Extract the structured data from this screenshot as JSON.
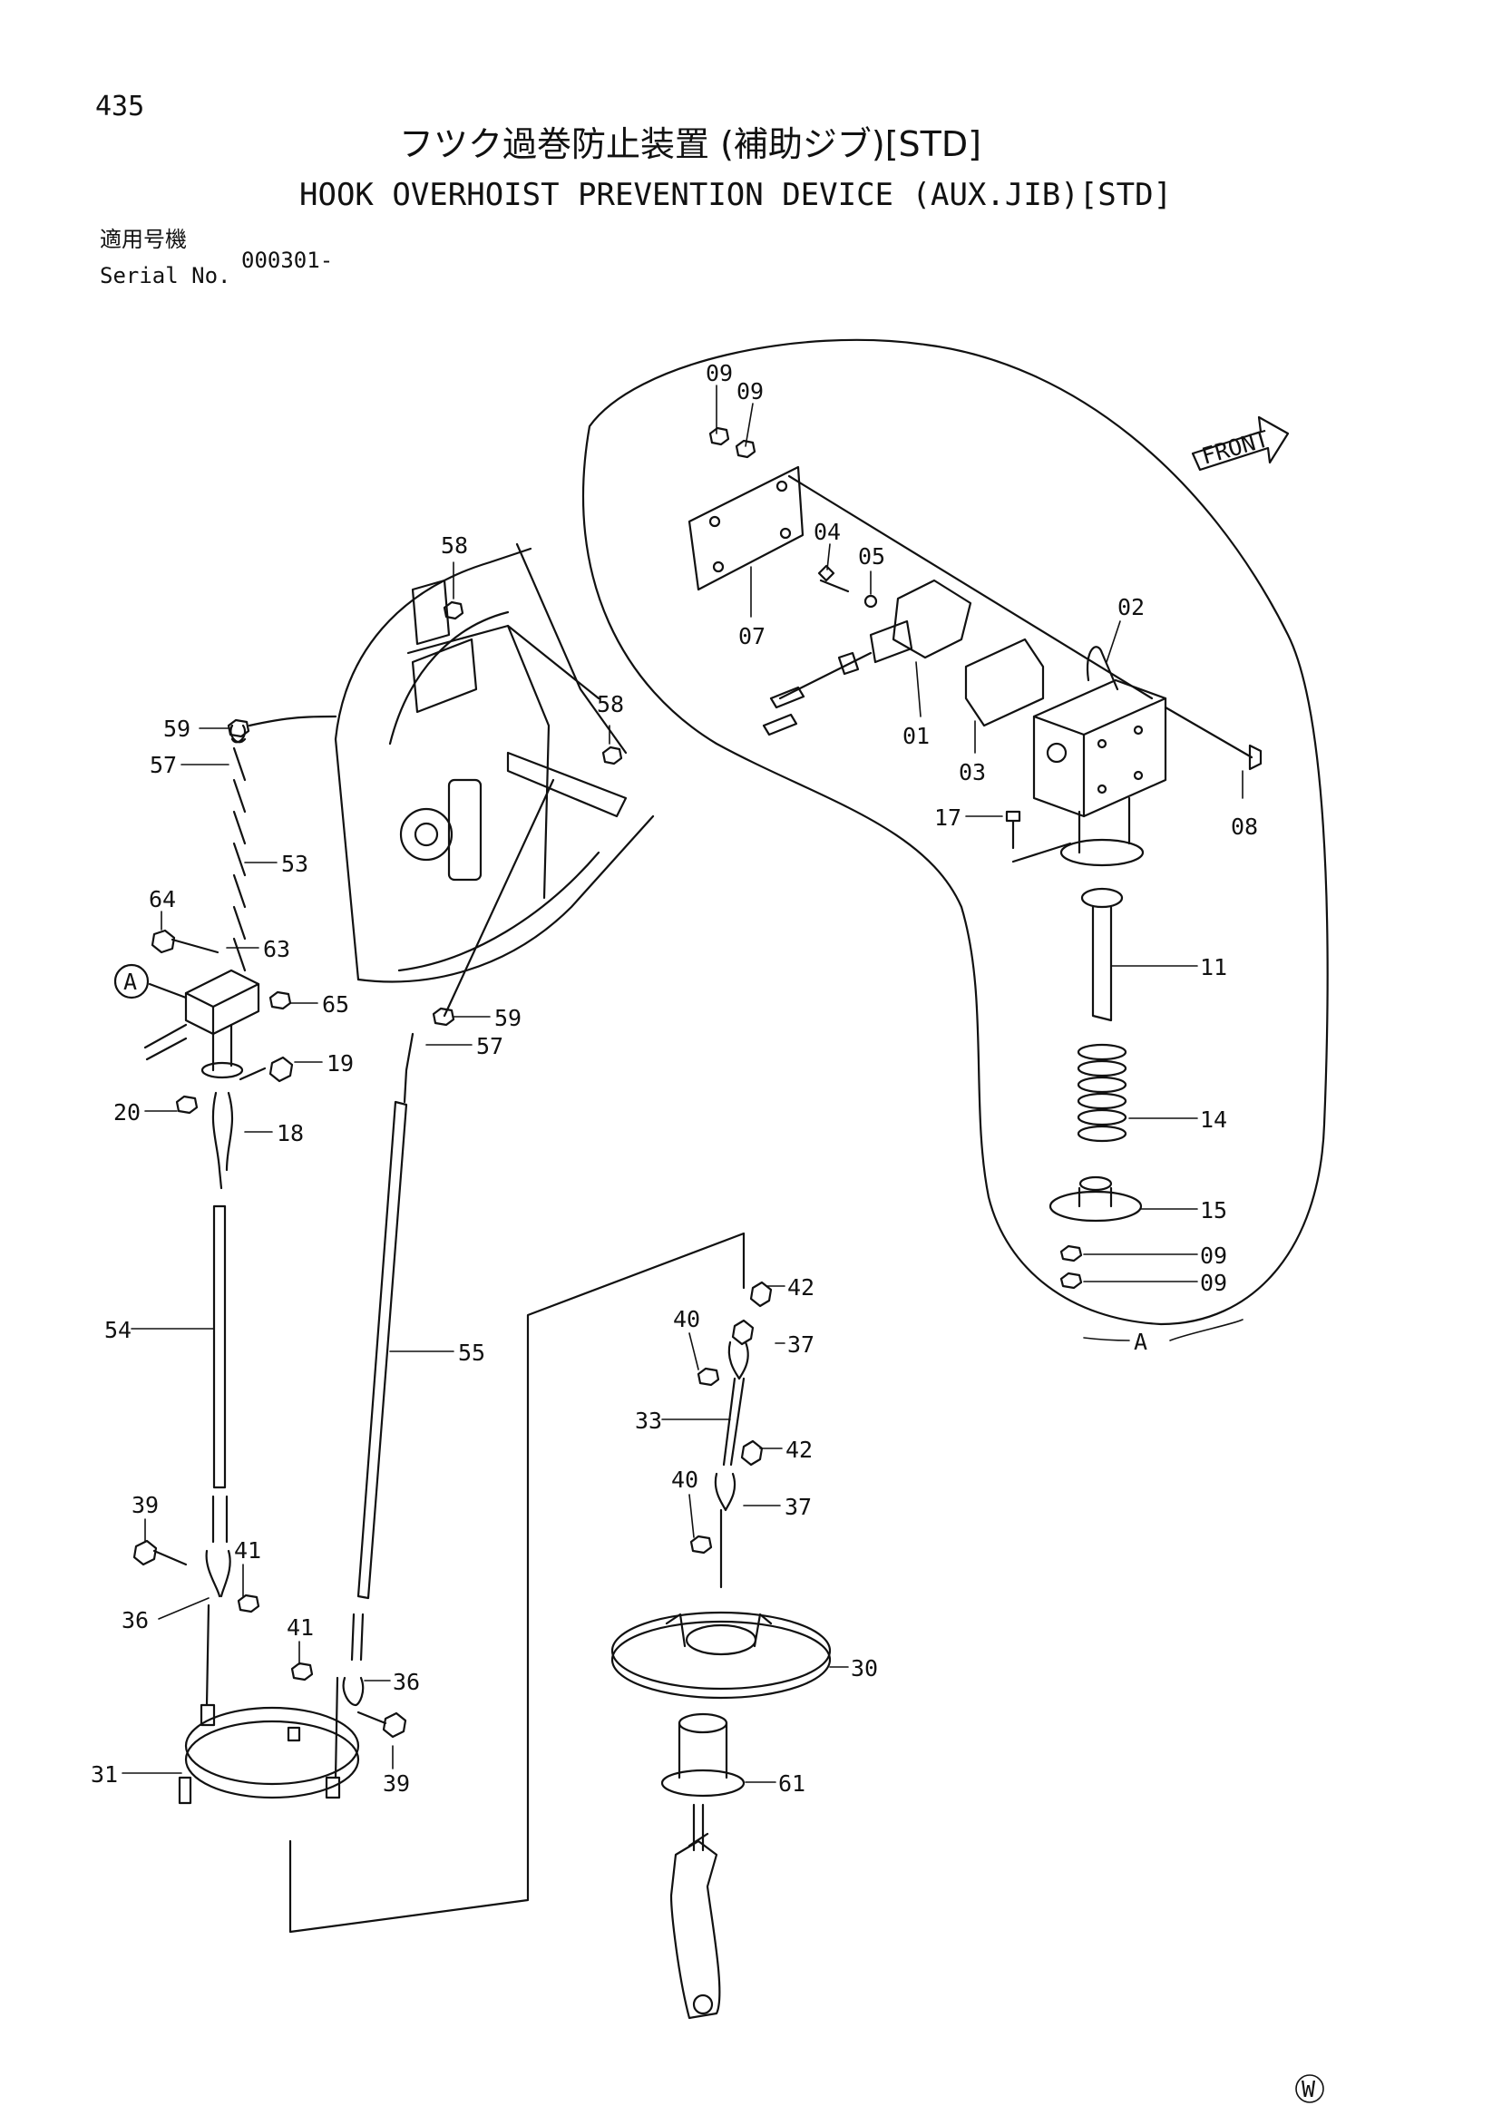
{
  "header": {
    "page_number": "435",
    "title_jp": "フツク過巻防止装置 (補助ジブ)[STD]",
    "title_en": "HOOK OVERHOIST PREVENTION DEVICE (AUX.JIB)[STD]",
    "serial_label_jp": "適用号機",
    "serial_label_en": "Serial No.",
    "serial_value": "000301-"
  },
  "diagram": {
    "front_label": "FRONT",
    "detail_label": "A",
    "watermark": "W",
    "callouts": {
      "p09a": "09",
      "p09b": "09",
      "p09c": "09",
      "p09d": "09",
      "p07": "07",
      "p04": "04",
      "p05": "05",
      "p02": "02",
      "p01": "01",
      "p03": "03",
      "p08": "08",
      "p17": "17",
      "p11": "11",
      "p14": "14",
      "p15": "15",
      "p58a": "58",
      "p58b": "58",
      "p59a": "59",
      "p59b": "59",
      "p57a": "57",
      "p57b": "57",
      "p53": "53",
      "p64": "64",
      "p63": "63",
      "p65": "65",
      "p19": "19",
      "p20": "20",
      "p18": "18",
      "p54": "54",
      "p55": "55",
      "p42a": "42",
      "p42b": "42",
      "p40a": "40",
      "p40b": "40",
      "p37a": "37",
      "p37b": "37",
      "p33": "33",
      "p39a": "39",
      "p39b": "39",
      "p41a": "41",
      "p41b": "41",
      "p36a": "36",
      "p36b": "36",
      "p30": "30",
      "p31": "31",
      "p61": "61"
    }
  }
}
